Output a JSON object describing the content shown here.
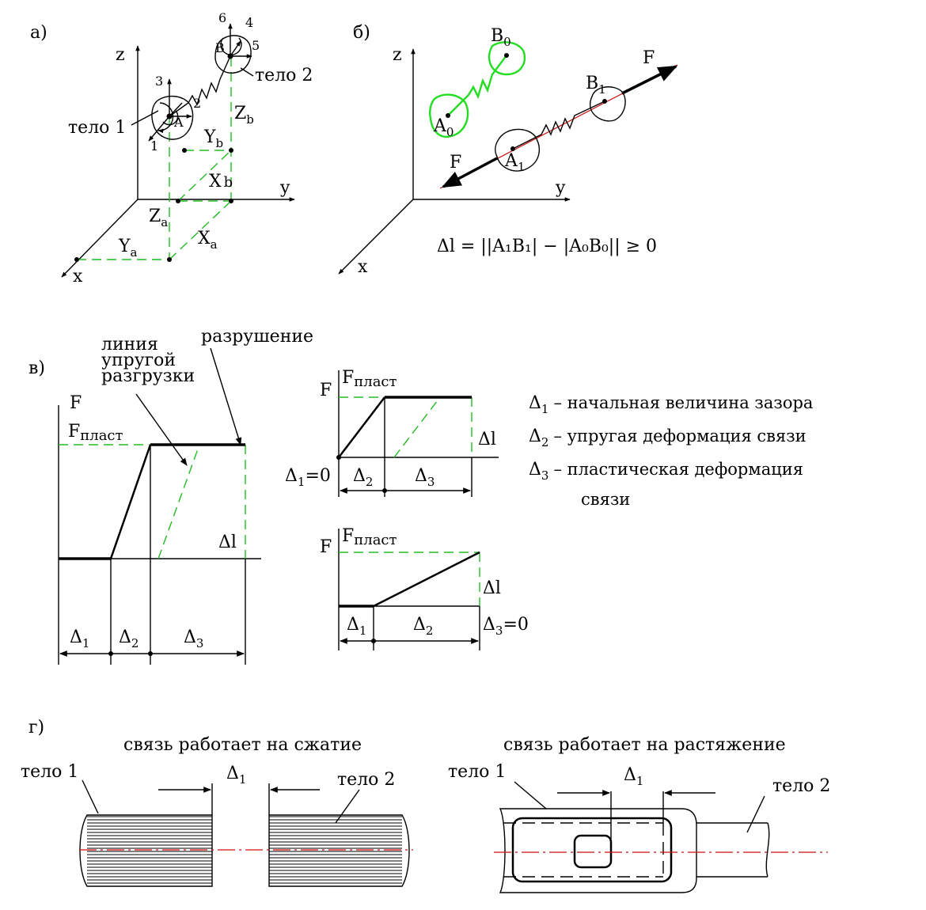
{
  "panels": {
    "a": {
      "label": "а)",
      "axis_z": "z",
      "axis_y": "y",
      "axis_x": "x",
      "n1": "1",
      "n2": "2",
      "n3": "3",
      "n4": "4",
      "n5": "5",
      "n6": "6",
      "A": "A",
      "B": "B",
      "body1": "тело 1",
      "body2": "тело 2",
      "Zb": "Z",
      "Zb_sub": "b",
      "Yb": "Y",
      "Yb_sub": "b",
      "Xb": "X",
      "Xb_sub": "b",
      "Za": "Z",
      "Za_sub": "a",
      "Ya": "Y",
      "Ya_sub": "a",
      "Xa": "X",
      "Xa_sub": "a"
    },
    "b": {
      "label": "б)",
      "axis_z": "z",
      "axis_y": "y",
      "axis_x": "x",
      "F_top": "F",
      "F_left": "F",
      "A0": "A",
      "A0_sub": "0",
      "B0": "B",
      "B0_sub": "0",
      "A1": "A",
      "A1_sub": "1",
      "B1": "B",
      "B1_sub": "1",
      "formula": "Δl = ||A₁B₁| − |A₀B₀|| ≥ 0"
    },
    "v": {
      "label": "в)",
      "elastic_label": [
        "линия",
        "упругой",
        "разгрузки"
      ],
      "rupture": "разрушение",
      "F": "F",
      "F_plast": "F",
      "plast_sub": "пласт",
      "dl": "Δl",
      "d1": "Δ",
      "d1_sub": "1",
      "d2": "Δ",
      "d2_sub": "2",
      "d3": "Δ",
      "d3_sub": "3",
      "d1_zero": "=0",
      "d3_zero": "=0"
    },
    "legend": {
      "d1": "Δ",
      "d1_sub": "1",
      "d1_text": "– начальная величина зазора",
      "d2": "Δ",
      "d2_sub": "2",
      "d2_text": "– упругая деформация связи",
      "d3": "Δ",
      "d3_sub": "3",
      "d3_text": "– пластическая деформация",
      "d3_text2": "связи"
    },
    "g": {
      "label": "г)",
      "compression": "связь работает на сжатие",
      "tension": "связь работает на растяжение",
      "body1": "тело 1",
      "body2": "тело 2",
      "d": "Δ",
      "d_sub": "1"
    }
  },
  "colors": {
    "construction_dashed": "#22bb22",
    "initial_state": "#22dd22",
    "axis_line": "#cc1111",
    "ink": "#000000"
  }
}
